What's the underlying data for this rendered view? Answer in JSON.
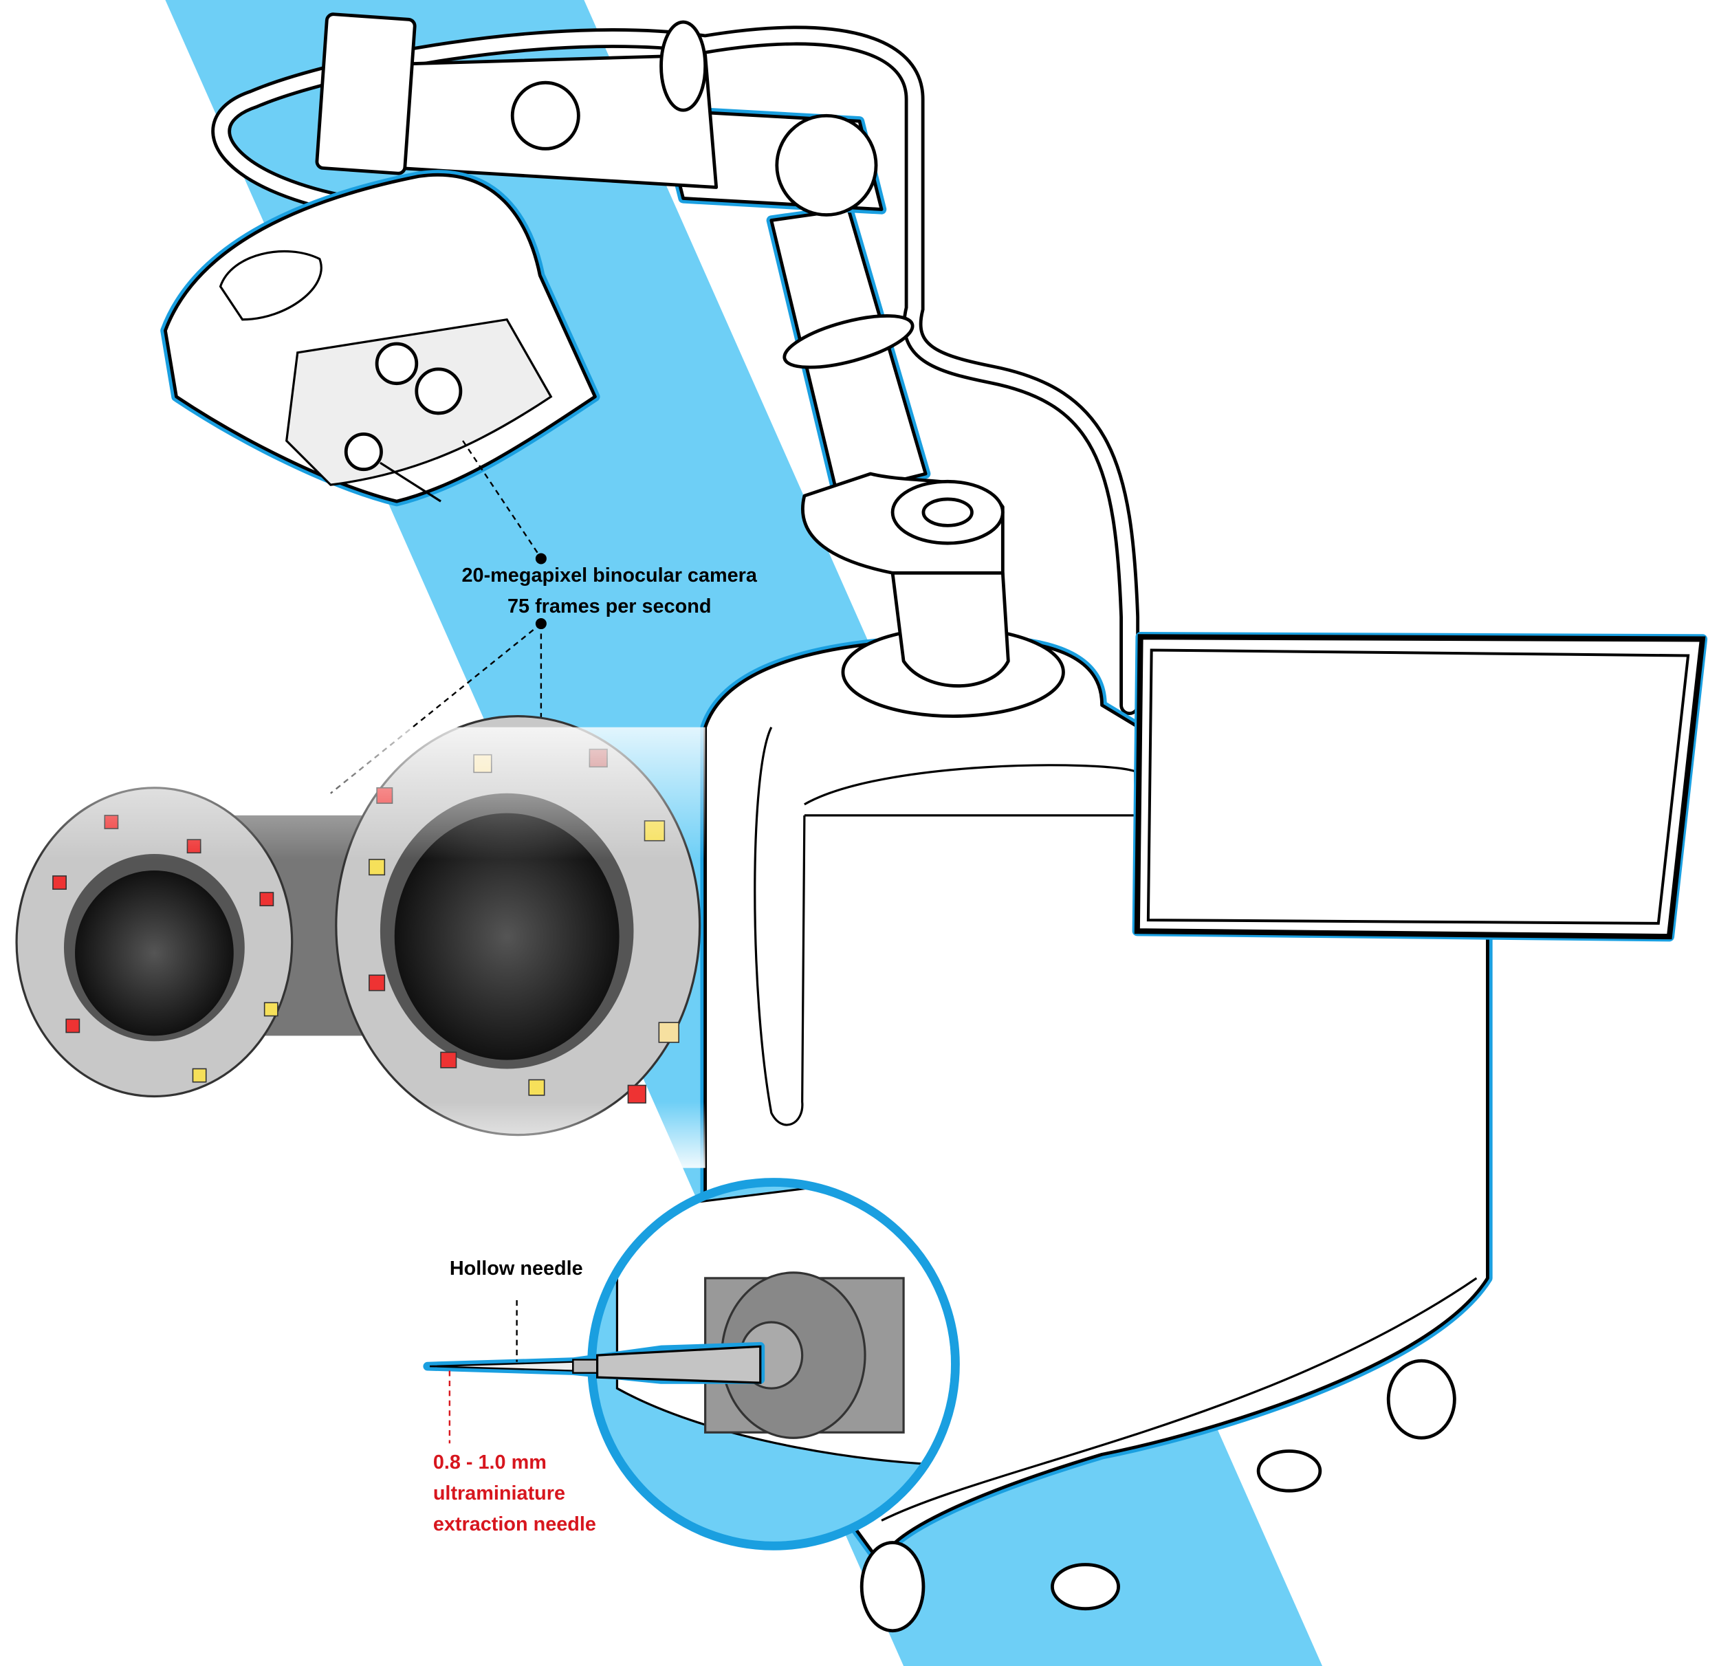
{
  "labels": {
    "camera_line1": "20-megapixel binocular camera",
    "camera_line2": "75 frames per second",
    "hollow_needle": "Hollow needle",
    "needle_size": "0.8 - 1.0 mm",
    "needle_desc1": "ultraminiature",
    "needle_desc2": "extraction needle"
  },
  "colors": {
    "band": "#6ecff6",
    "outline_blue": "#1a9fe0",
    "needle_label": "#d7161e",
    "pcb": "#c8c8c8"
  }
}
